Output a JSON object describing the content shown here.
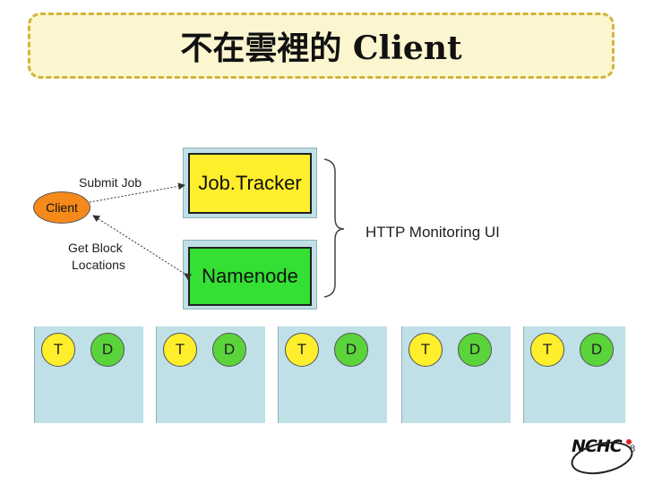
{
  "slide": {
    "title": "不在雲裡的 Client",
    "page_number": "8",
    "logo_text": "NCHC"
  },
  "diagram": {
    "jobtracker": "Job.Tracker",
    "namenode": "Namenode",
    "client": "Client",
    "submit_job_label": "Submit Job",
    "get_block_label_line1": "Get Block",
    "get_block_label_line2": "Locations",
    "http_ui_label": "HTTP Monitoring UI",
    "nodes": [
      {
        "t": "T",
        "d": "D"
      },
      {
        "t": "T",
        "d": "D"
      },
      {
        "t": "T",
        "d": "D"
      },
      {
        "t": "T",
        "d": "D"
      },
      {
        "t": "T",
        "d": "D"
      }
    ]
  },
  "colors": {
    "server_bg": "#bfe0e6",
    "jobtracker": "#ffee2b",
    "namenode": "#33e033",
    "client": "#f58a1a",
    "task": "#ffee2b",
    "data": "#5ad43a"
  }
}
